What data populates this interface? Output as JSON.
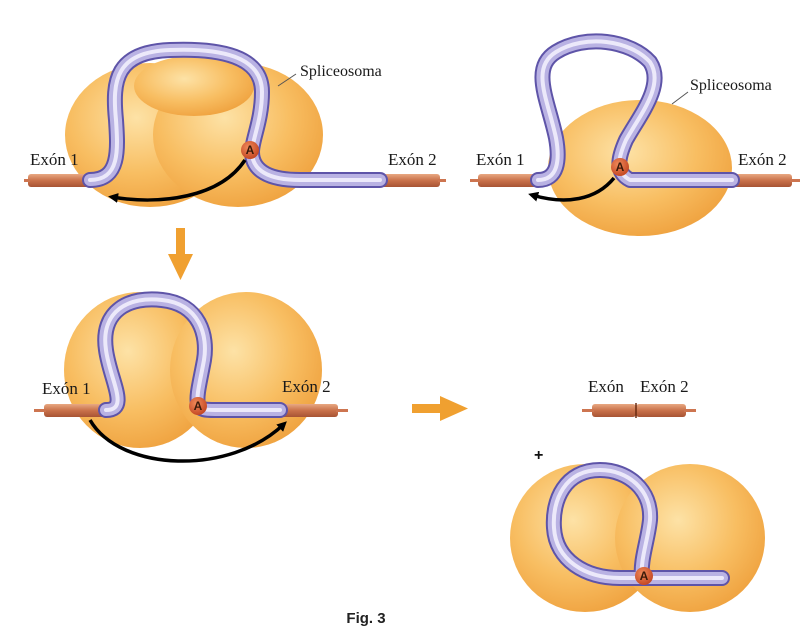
{
  "labels": {
    "spliceosome": "Spliceosoma",
    "exon1": "Exón 1",
    "exon2": "Exón 2",
    "exon_joined_left": "Exón",
    "exon_joined_right": "Exón 2",
    "branch_point": "A",
    "plus": "+",
    "caption": "Fig. 3"
  },
  "colors": {
    "spliceosome_fill": "#f6b555",
    "intron_tube": "#b9b2e3",
    "exon": "#cd7550",
    "branch_point": "#d2562c",
    "arrow_orange": "#f0a030",
    "curved_arrow": "#000000"
  }
}
